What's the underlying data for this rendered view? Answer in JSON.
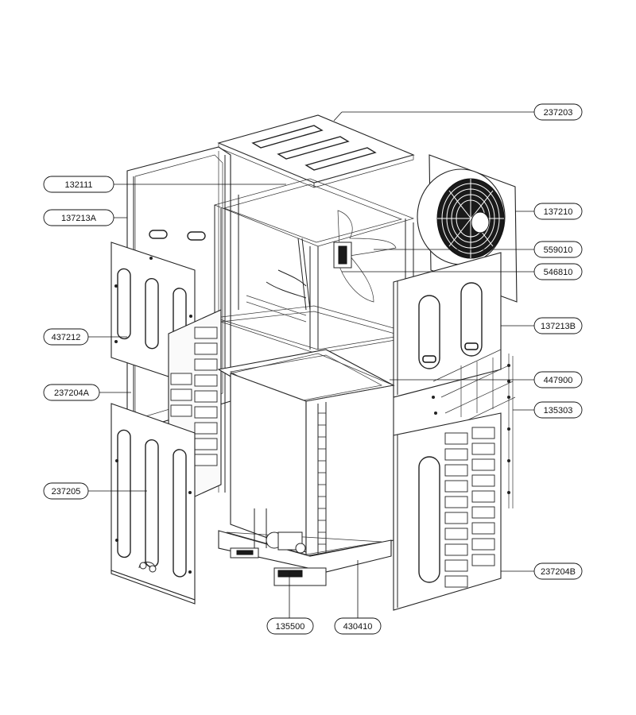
{
  "callouts": [
    {
      "id": "c237203",
      "label": "237203"
    },
    {
      "id": "c132111",
      "label": "132111"
    },
    {
      "id": "c137213a",
      "label": "137213A"
    },
    {
      "id": "c137210",
      "label": "137210"
    },
    {
      "id": "c559010",
      "label": "559010"
    },
    {
      "id": "c546810",
      "label": "546810"
    },
    {
      "id": "c437212",
      "label": "437212"
    },
    {
      "id": "c137213b",
      "label": "137213B"
    },
    {
      "id": "c447900",
      "label": "447900"
    },
    {
      "id": "c237204a",
      "label": "237204A"
    },
    {
      "id": "c135303",
      "label": "135303"
    },
    {
      "id": "c237205",
      "label": "237205"
    },
    {
      "id": "c237204b",
      "label": "237204B"
    },
    {
      "id": "c135500",
      "label": "135500"
    },
    {
      "id": "c430410",
      "label": "430410"
    }
  ]
}
